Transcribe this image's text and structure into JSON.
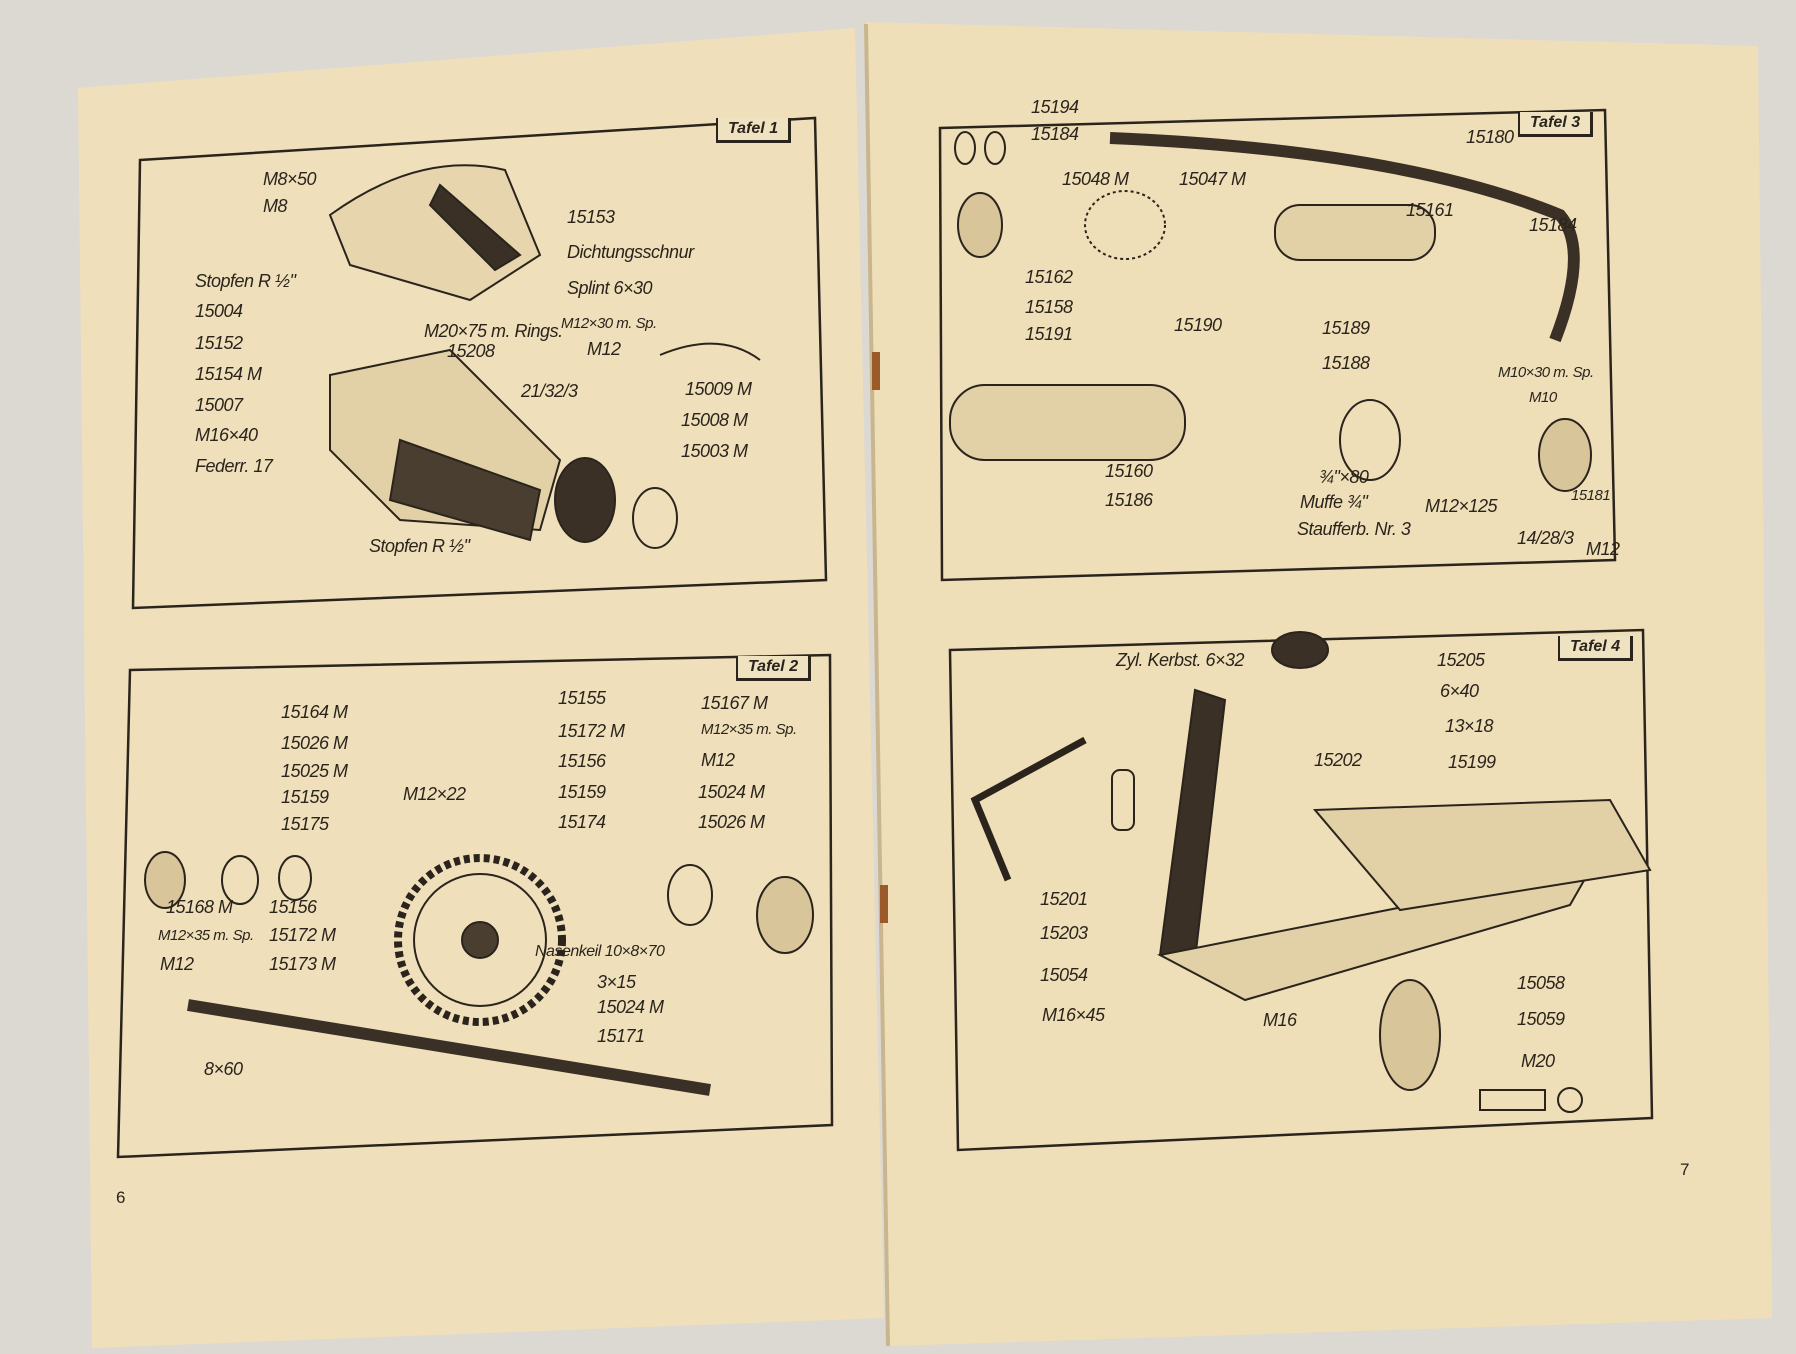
{
  "colors": {
    "paper": "#efe0bb",
    "ink": "#2a241c",
    "staple": "#9a5a2a",
    "background": "#dcd9d3"
  },
  "pages": {
    "left_number": "6",
    "right_number": "7"
  },
  "panels": [
    {
      "title": "Tafel 1",
      "labels": [
        "M8×50",
        "M8",
        "15153",
        "Dichtungsschnur",
        "Stopfen R ½\"",
        "Splint 6×30",
        "15004",
        "M20×75 m. Rings.",
        "M12×30 m. Sp.",
        "15152",
        "M12",
        "15208",
        "15154 M",
        "15009 M",
        "21/32/3",
        "15007",
        "15008 M",
        "M16×40",
        "15003 M",
        "Federr. 17",
        "Stopfen R ½\""
      ]
    },
    {
      "title": "Tafel 2",
      "labels": [
        "15155",
        "15167 M",
        "15164 M",
        "15172 M",
        "M12×35 m. Sp.",
        "15026 M",
        "15156",
        "M12",
        "15025 M",
        "15159",
        "M12×22",
        "15159",
        "15024 M",
        "15175",
        "15174",
        "15026 M",
        "15168 M",
        "15156",
        "15172 M",
        "M12×35 m. Sp.",
        "15173 M",
        "M12",
        "Nasenkeil 10×8×70",
        "3×15",
        "15024 M",
        "15171",
        "8×60"
      ]
    },
    {
      "title": "Tafel 3",
      "labels": [
        "15194",
        "15184",
        "15180",
        "15048 M",
        "15047 M",
        "15161",
        "15184",
        "15162",
        "15158",
        "15190",
        "15189",
        "15191",
        "15188",
        "M10×30 m. Sp.",
        "M10",
        "15160",
        "¾\"×80",
        "15186",
        "Muffe ¾\"",
        "M12×125",
        "15181",
        "Staufferb. Nr. 3",
        "14/28/3",
        "M12"
      ]
    },
    {
      "title": "Tafel 4",
      "labels": [
        "Zyl. Kerbst. 6×32",
        "15205",
        "6×40",
        "13×18",
        "15202",
        "15199",
        "15201",
        "15203",
        "15054",
        "15058",
        "M16×45",
        "15059",
        "M16",
        "M20"
      ]
    }
  ]
}
